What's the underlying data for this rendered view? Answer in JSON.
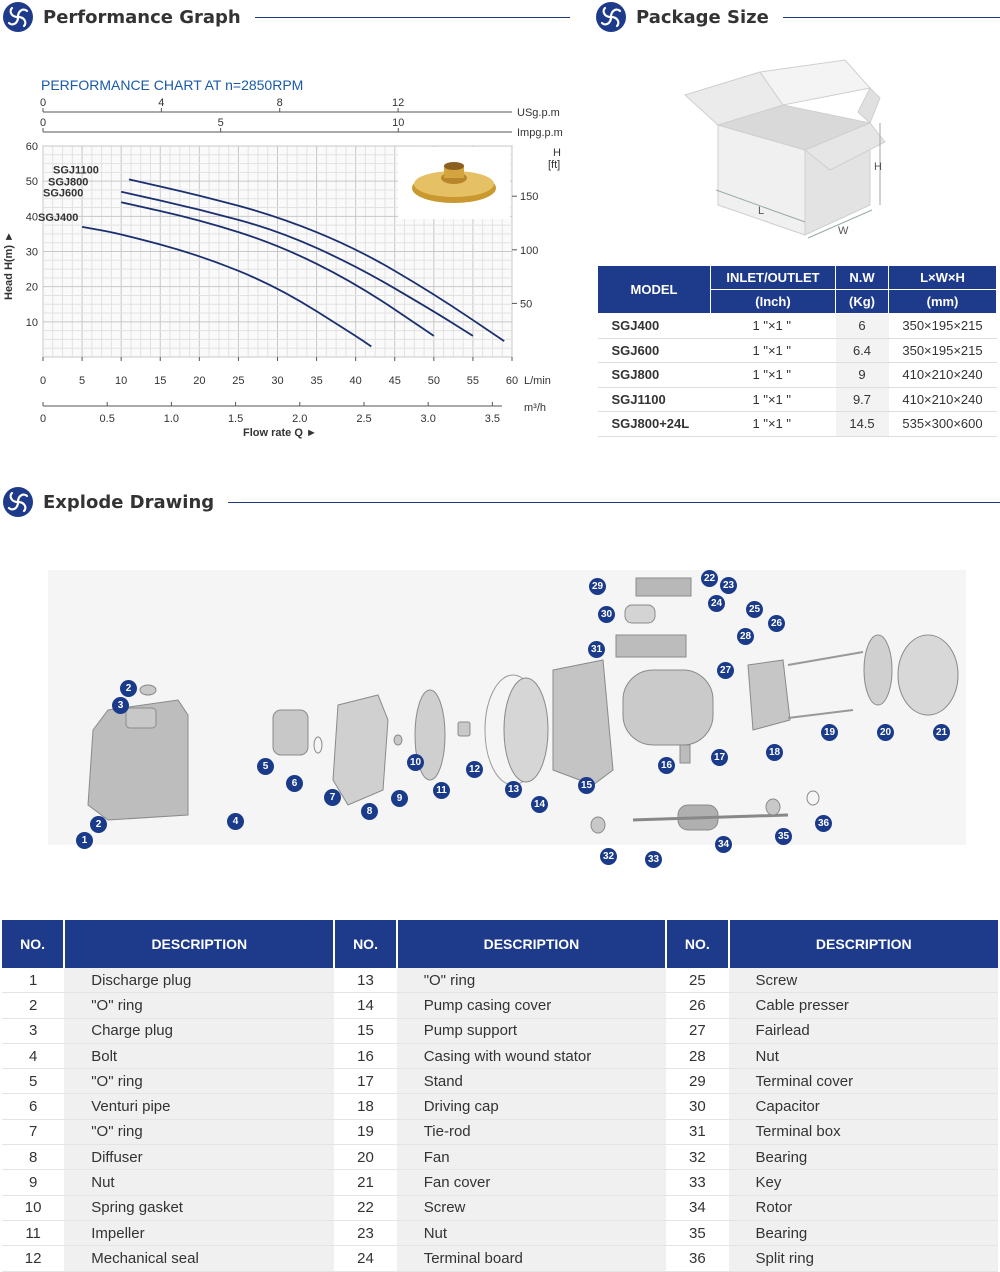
{
  "sections": {
    "performance": "Performance Graph",
    "package": "Package Size",
    "explode": "Explode Drawing"
  },
  "chart_data": {
    "type": "line",
    "title": "PERFORMANCE CHART AT n=2850RPM",
    "xlabel": "Flow rate Q ►",
    "ylabel": "Head H(m) ►",
    "x_unit": "L/min",
    "xlim": [
      0,
      60
    ],
    "ylim": [
      0,
      60
    ],
    "x_ticks": [
      0,
      5,
      10,
      15,
      20,
      25,
      30,
      35,
      40,
      45,
      50,
      55,
      60
    ],
    "y_ticks": [
      10,
      20,
      30,
      40,
      50,
      60
    ],
    "secondary_axes": {
      "usgpm": {
        "label": "USg.p.m",
        "ticks": [
          0,
          4,
          8,
          12
        ]
      },
      "impgpm": {
        "label": "Impg.p.m",
        "ticks": [
          0,
          5,
          10
        ]
      },
      "m3h": {
        "label": "m³/h",
        "ticks": [
          "0",
          "0.5",
          "1.0",
          "1.5",
          "2.0",
          "2.5",
          "3.0",
          "3.5"
        ]
      },
      "feet": {
        "label": "H",
        "unit": "[ft]",
        "ticks": [
          50,
          100,
          150
        ]
      }
    },
    "grid": true,
    "series": [
      {
        "name": "SGJ1100",
        "x": [
          11,
          20,
          30,
          40,
          50,
          59
        ],
        "y": [
          50.5,
          46,
          40,
          31,
          18,
          4.5
        ]
      },
      {
        "name": "SGJ800",
        "x": [
          10,
          20,
          30,
          40,
          50,
          55
        ],
        "y": [
          47,
          42,
          36,
          26,
          13,
          6
        ]
      },
      {
        "name": "SGJ600",
        "x": [
          10,
          20,
          30,
          40,
          50
        ],
        "y": [
          44,
          39,
          32,
          21,
          6
        ]
      },
      {
        "name": "SGJ400",
        "x": [
          5,
          10,
          20,
          30,
          40,
          42
        ],
        "y": [
          37,
          35,
          29,
          20,
          6,
          3
        ]
      }
    ]
  },
  "package": {
    "headers": {
      "model": "MODEL",
      "inlet": "INLET/OUTLET",
      "inlet_unit": "(Inch)",
      "nw": "N.W",
      "nw_unit": "(Kg)",
      "lwh": "L×W×H",
      "lwh_unit": "(mm)"
    },
    "rows": [
      {
        "model": "SGJ400",
        "inlet": "1 \"×1 \"",
        "nw": "6",
        "size": "350×195×215"
      },
      {
        "model": "SGJ600",
        "inlet": "1 \"×1 \"",
        "nw": "6.4",
        "size": "350×195×215"
      },
      {
        "model": "SGJ800",
        "inlet": "1 \"×1 \"",
        "nw": "9",
        "size": "410×210×240"
      },
      {
        "model": "SGJ1100",
        "inlet": "1 \"×1 \"",
        "nw": "9.7",
        "size": "410×210×240"
      },
      {
        "model": "SGJ800+24L",
        "inlet": "1 \"×1 \"",
        "nw": "14.5",
        "size": "535×300×600"
      }
    ],
    "box_labels": {
      "l": "L",
      "w": "W",
      "h": "H"
    }
  },
  "parts_headers": {
    "no": "NO.",
    "desc": "DESCRIPTION"
  },
  "parts": [
    {
      "no": "1",
      "desc": "Discharge plug"
    },
    {
      "no": "2",
      "desc": "\"O\" ring"
    },
    {
      "no": "3",
      "desc": "Charge plug"
    },
    {
      "no": "4",
      "desc": "Bolt"
    },
    {
      "no": "5",
      "desc": "\"O\" ring"
    },
    {
      "no": "6",
      "desc": "Venturi pipe"
    },
    {
      "no": "7",
      "desc": "\"O\" ring"
    },
    {
      "no": "8",
      "desc": "Diffuser"
    },
    {
      "no": "9",
      "desc": "Nut"
    },
    {
      "no": "10",
      "desc": "Spring gasket"
    },
    {
      "no": "11",
      "desc": "Impeller"
    },
    {
      "no": "12",
      "desc": "Mechanical seal"
    },
    {
      "no": "13",
      "desc": "\"O\" ring"
    },
    {
      "no": "14",
      "desc": "Pump casing cover"
    },
    {
      "no": "15",
      "desc": "Pump support"
    },
    {
      "no": "16",
      "desc": "Casing with wound stator"
    },
    {
      "no": "17",
      "desc": "Stand"
    },
    {
      "no": "18",
      "desc": "Driving cap"
    },
    {
      "no": "19",
      "desc": "Tie-rod"
    },
    {
      "no": "20",
      "desc": "Fan"
    },
    {
      "no": "21",
      "desc": "Fan cover"
    },
    {
      "no": "22",
      "desc": "Screw"
    },
    {
      "no": "23",
      "desc": "Nut"
    },
    {
      "no": "24",
      "desc": "Terminal board"
    },
    {
      "no": "25",
      "desc": "Screw"
    },
    {
      "no": "26",
      "desc": "Cable presser"
    },
    {
      "no": "27",
      "desc": "Fairlead"
    },
    {
      "no": "28",
      "desc": "Nut"
    },
    {
      "no": "29",
      "desc": "Terminal cover"
    },
    {
      "no": "30",
      "desc": "Capacitor"
    },
    {
      "no": "31",
      "desc": "Terminal box"
    },
    {
      "no": "32",
      "desc": "Bearing"
    },
    {
      "no": "33",
      "desc": "Key"
    },
    {
      "no": "34",
      "desc": "Rotor"
    },
    {
      "no": "35",
      "desc": "Bearing"
    },
    {
      "no": "36",
      "desc": "Split ring"
    }
  ],
  "colors": {
    "brand": "#1e3a8a",
    "curve": "#1a2f6e",
    "title_blue": "#1a5aa8"
  }
}
